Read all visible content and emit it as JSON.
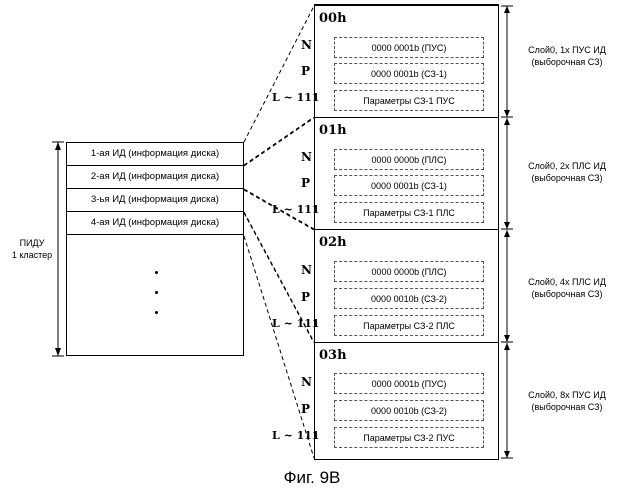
{
  "left": {
    "rows": [
      "1-ая ИД (информация диска)",
      "2-ая ИД (информация диска)",
      "3-ья ИД (информация диска)",
      "4-ая ИД (информация диска)"
    ],
    "side_label_line1": "ПИДУ",
    "side_label_line2": "1 кластер"
  },
  "blocks": [
    {
      "title": "00h",
      "fields": [
        "0000 0001b (ПУС)",
        "0000 0001b (СЗ-1)",
        "Параметры СЗ-1 ПУС"
      ],
      "desc1": "Слой0, 1х ПУС ИД",
      "desc2": "(выборочная СЗ)"
    },
    {
      "title": "01h",
      "fields": [
        "0000 0000b (ПЛС)",
        "0000 0001b (СЗ-1)",
        "Параметры СЗ-1 ПЛС"
      ],
      "desc1": "Слой0, 2х ПЛС ИД",
      "desc2": "(выборочная СЗ)"
    },
    {
      "title": "02h",
      "fields": [
        "0000 0000b (ПЛС)",
        "0000 0010b (СЗ-2)",
        "Параметры СЗ-2 ПЛС"
      ],
      "desc1": "Слой0, 4х ПЛС ИД",
      "desc2": "(выборочная СЗ)"
    },
    {
      "title": "03h",
      "fields": [
        "0000 0001b (ПУС)",
        "0000 0010b (СЗ-2)",
        "Параметры СЗ-2 ПУС"
      ],
      "desc1": "Слой0, 8х ПУС ИД",
      "desc2": "(выборочная СЗ)"
    }
  ],
  "row_labels": {
    "n": "N",
    "p": "P",
    "l": "L ~ 111"
  },
  "caption": "Фиг. 9B"
}
